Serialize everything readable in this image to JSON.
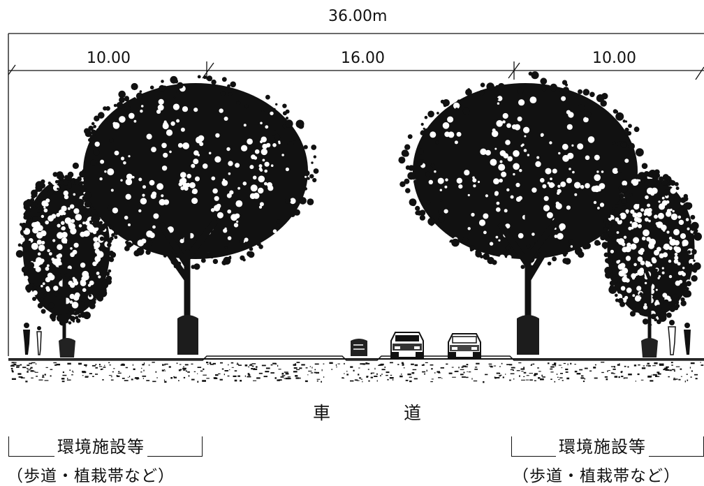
{
  "dimensions": {
    "total": "36.00m",
    "left": "10.00",
    "center": "16.00",
    "right": "10.00"
  },
  "road_label": "車　道",
  "left_zone": {
    "label": "環境施設等",
    "sub": "（歩道・植栽帯など）"
  },
  "right_zone": {
    "label": "環境施設等",
    "sub": "（歩道・植栽帯など）"
  },
  "colors": {
    "ink": "#111111",
    "background": "#ffffff"
  }
}
